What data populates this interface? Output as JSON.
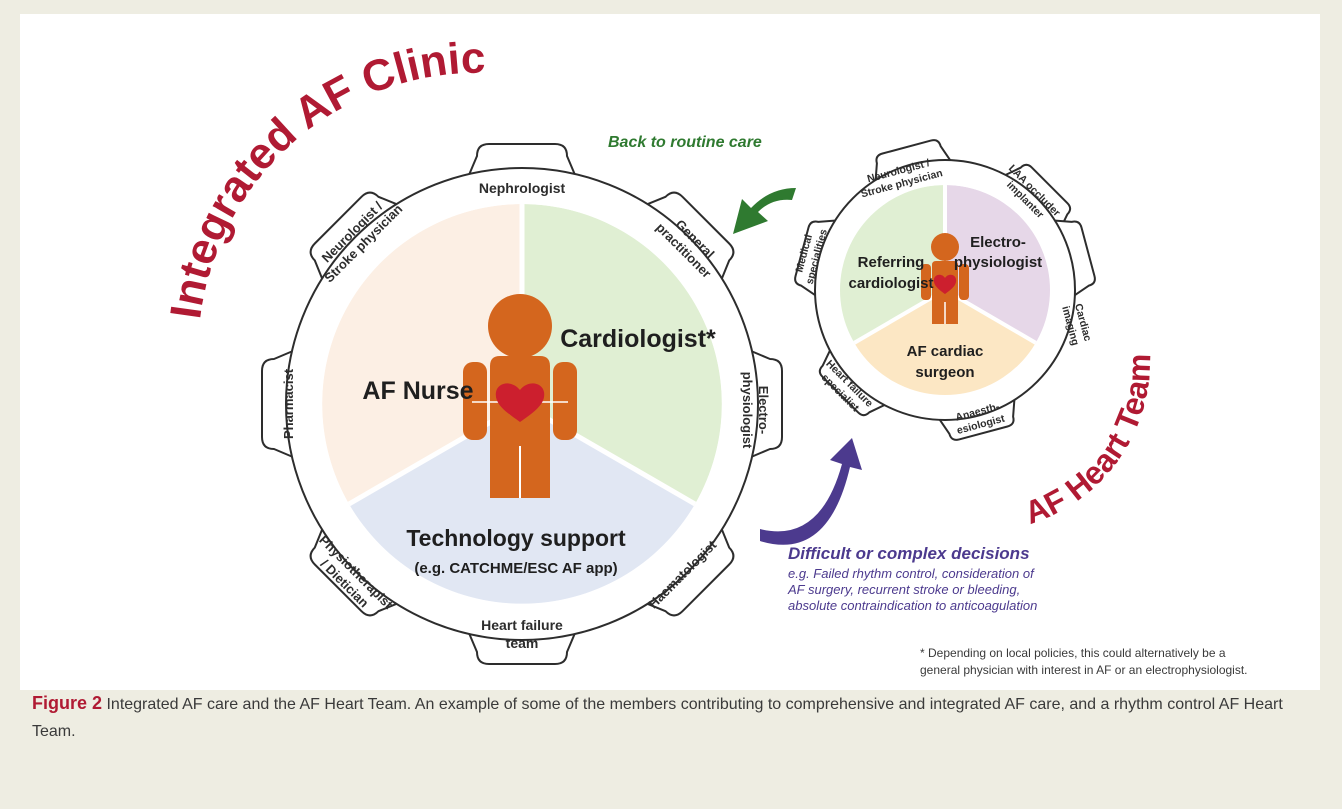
{
  "clinic": {
    "title": "Integrated AF Clinic",
    "segments": {
      "nurse": "AF Nurse",
      "cardiologist": "Cardiologist*",
      "technology": "Technology support",
      "technology_sub": "(e.g. CATCHME/ESC AF app)"
    },
    "teeth": {
      "nephrologist": "Nephrologist",
      "gp_1": "General",
      "gp_2": "practitioner",
      "ep_1": "Electro-",
      "ep_2": "physiologist",
      "haematologist": "Haematologist",
      "hf_team_1": "Heart failure",
      "hf_team_2": "team",
      "physio_1": "Physiotherapist",
      "physio_2": "/ Dietician",
      "pharmacist": "Pharmacist",
      "neuro_1": "Neurologist /",
      "neuro_2": "Stroke physician"
    }
  },
  "heart_team": {
    "title": "AF Heart Team",
    "segments": {
      "referring_1": "Referring",
      "referring_2": "cardiologist",
      "ep_1": "Electro-",
      "ep_2": "physiologist",
      "surgeon_1": "AF cardiac",
      "surgeon_2": "surgeon"
    },
    "teeth": {
      "neuro_1": "Neurologist /",
      "neuro_2": "Stroke physician",
      "laa_1": "LAA occluder",
      "laa_2": "implanter",
      "imaging_1": "Cardiac",
      "imaging_2": "imaging",
      "anaes_1": "Anaesth-",
      "anaes_2": "esiologist",
      "hf_1": "Heart failure",
      "hf_2": "specialist",
      "medical_1": "Medical",
      "medical_2": "specialities"
    }
  },
  "arrows": {
    "back_label": "Back to routine care",
    "difficult_title": "Difficult or complex decisions",
    "difficult_1": "e.g. Failed rhythm control, consideration of",
    "difficult_2": "AF surgery, recurrent stroke or bleeding,",
    "difficult_3": "absolute contraindication to anticoagulation"
  },
  "footnote": {
    "line_1": "* Depending on local policies, this could alternatively be a",
    "line_2": "general physician with interest in AF or an electrophysiologist."
  },
  "caption": {
    "label": "Figure 2",
    "text": "Integrated AF care and the AF Heart Team. An example of some of the members contributing to comprehensive and integrated AF care, and a rhythm control AF Heart Team."
  },
  "colors": {
    "title_red": "#b01a33",
    "arrow_green": "#2f7a30",
    "arrow_purple": "#4c3a8e",
    "person_orange": "#d4661e",
    "nurse_fill": "#fcefe4",
    "cardiologist_fill": "#e0efd3",
    "technology_fill": "#e1e7f3",
    "ep_fill": "#e6d7e8",
    "surgeon_fill": "#fce7c4"
  }
}
